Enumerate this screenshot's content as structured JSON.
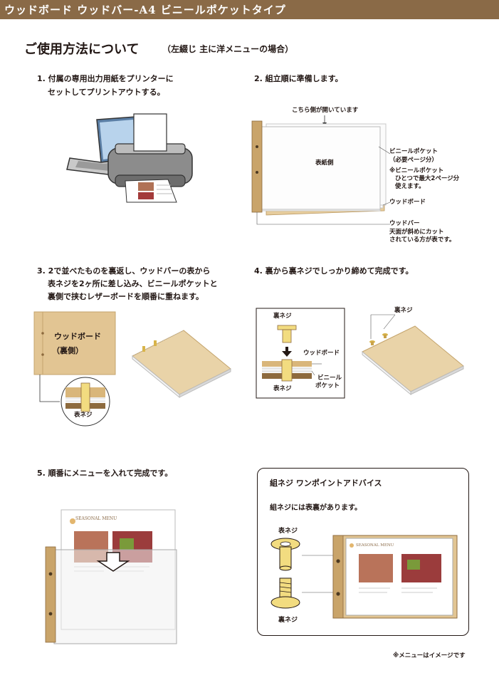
{
  "header": {
    "title": "ウッドボード ウッドバー-A4 ビニールポケットタイプ"
  },
  "page": {
    "title": "ご使用方法について",
    "subtitle": "（左綴じ 主に洋メニューの場合）"
  },
  "step1": {
    "line1": "1. 付属の専用出力用紙をプリンターに",
    "line2": "セットしてプリントアウトする。"
  },
  "step2": {
    "heading": "2. 組立順に準備します。",
    "open_side": "こちら側が開いています",
    "cover_side": "表紙側",
    "vinyl_pocket": "ビニールポケット",
    "required_pages": "（必要ページ分）",
    "note_line1": "※ビニールポケット",
    "note_line2": "ひとつで最大2ページ分",
    "note_line3": "使えます。",
    "wood_board": "ウッドボード",
    "wood_bar": "ウッドバー",
    "bar_note_line1": "天面が斜めにカット",
    "bar_note_line2": "されている方が表です。"
  },
  "step3": {
    "line1": "3. 2で並べたものを裏返し、ウッドバーの表から",
    "line2": "表ネジを2ヶ所に差し込み、ビニールポケットと",
    "line3": "裏側で挟むレザーボードを順番に重ねます。",
    "board_line1": "ウッドボード",
    "board_line2": "（裏側）",
    "front_screw": "表ネジ"
  },
  "step4": {
    "heading": "4. 裏から裏ネジでしっかり締めて完成です。",
    "back_screw_top": "裏ネジ",
    "wood_board": "ウッドボード",
    "vinyl_line1": "ビニール",
    "vinyl_line2": "ポケット",
    "front_screw": "表ネジ",
    "back_screw_right": "裏ネジ"
  },
  "step5": {
    "heading": "5. 順番にメニューを入れて完成です。",
    "menu_title": "SEASONAL MENU"
  },
  "tip": {
    "title": "組ネジ ワンポイントアドバイス",
    "text": "組ネジには表裏があります。",
    "front_screw": "表ネジ",
    "back_screw": "裏ネジ",
    "menu_title": "SEASONAL MENU"
  },
  "footnote": "※メニューはイメージです",
  "colors": {
    "header_bg": "#8a6a47",
    "wood": "#e2c593",
    "wood_dark": "#8d6a3e",
    "screw_gold": "#f2dc80"
  }
}
